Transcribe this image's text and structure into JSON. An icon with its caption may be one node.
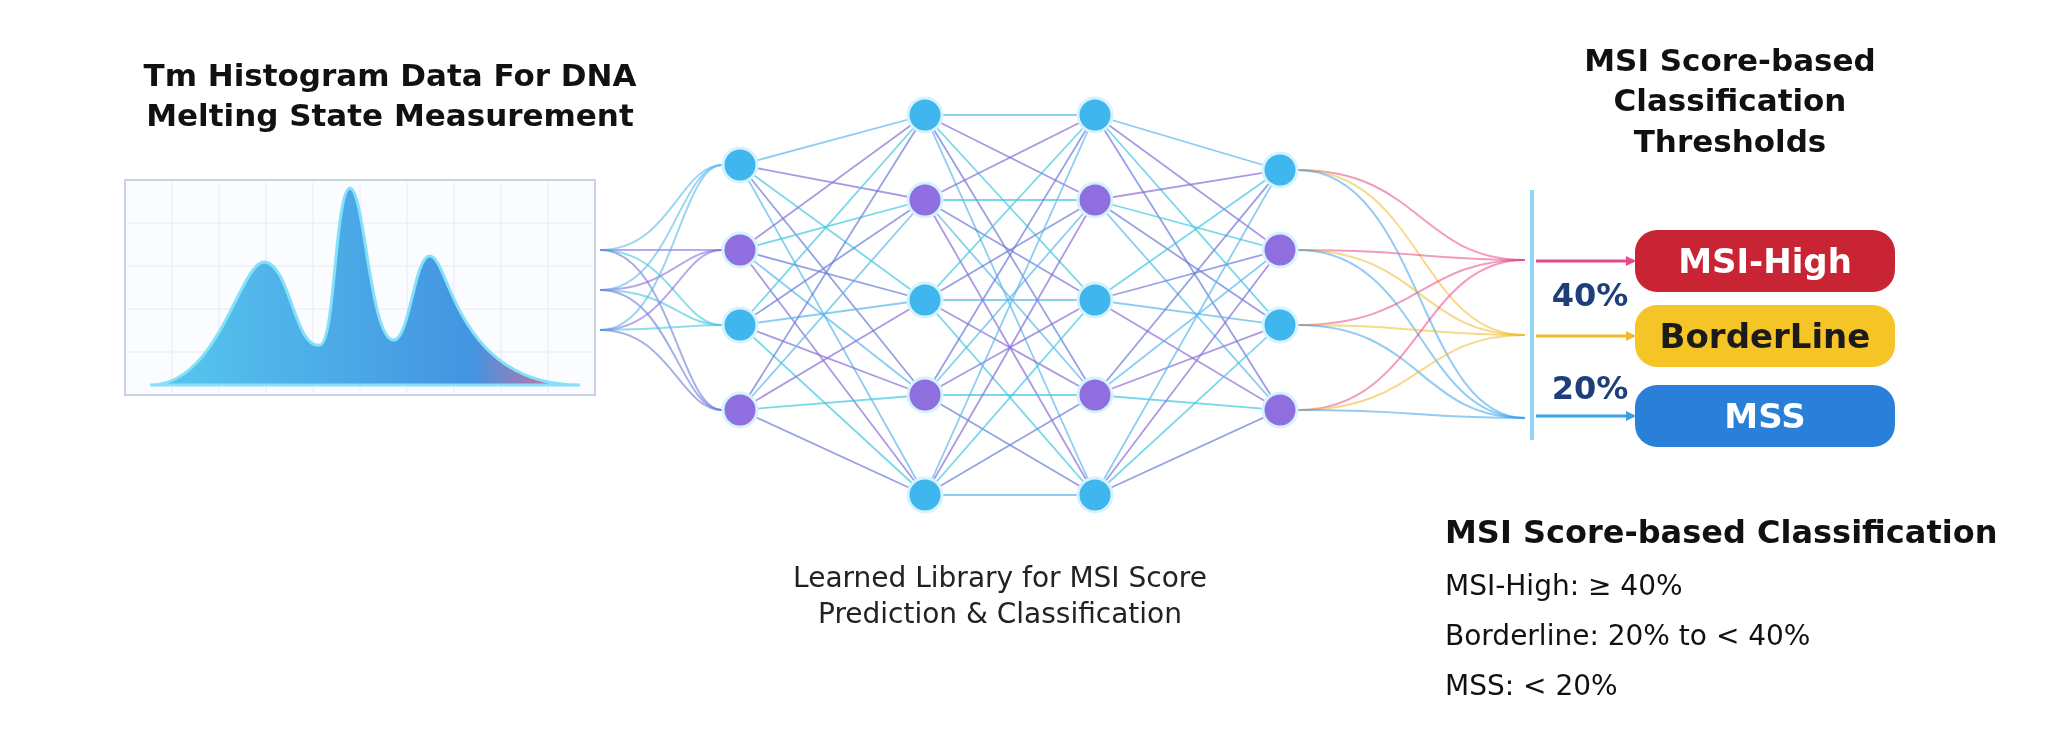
{
  "diagram": {
    "nodes": [
      {
        "text": [
          "MSI-High"
        ]
      },
      {
        "text": [
          "BorderLine"
        ]
      },
      {
        "text": [
          "MSS"
        ]
      }
    ],
    "edges": [
      {
        "from": null,
        "to": 0,
        "arrow": "to",
        "color": "#e8488a"
      },
      {
        "from": null,
        "to": 1,
        "arrow": "to",
        "color": "#f0b92a"
      },
      {
        "from": null,
        "to": 2,
        "arrow": "to",
        "color": "#3aa0e8"
      }
    ],
    "labels": [
      "Tm Histogram Data For DNA Melting State Measurement",
      "MSI Score-based Classification Thresholds",
      "40%",
      "20%",
      "Learned Library for MSI Score Prediction & Classification",
      "MSI Score-based Classification",
      "MSI-High: ≥ 40%",
      "Borderline: 20% to < 40%",
      "MSS: < 20%"
    ]
  }
}
